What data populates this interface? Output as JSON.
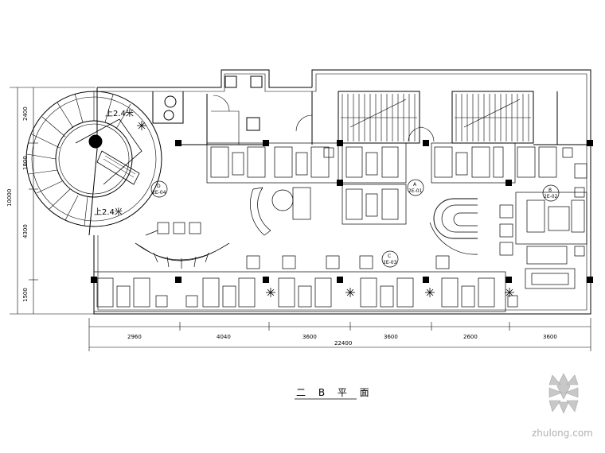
{
  "drawing": {
    "title": "二 B 平 面",
    "watermark": "zhulong.com",
    "colors": {
      "line": "#000000",
      "watermark": "#b8b8b8"
    }
  },
  "dimensions": {
    "bottom": [
      "2960",
      "4040",
      "3600",
      "3600",
      "2600",
      "3600"
    ],
    "bottom_total": "22400",
    "left": [
      "2400",
      "1800",
      "4300",
      "1500"
    ],
    "left_total": "10000"
  },
  "stairs": {
    "upper_label": "上2.4米",
    "lower_label": "上2.4米"
  },
  "tags": [
    {
      "letter": "A",
      "code": "2E-01"
    },
    {
      "letter": "B",
      "code": "2E-02"
    },
    {
      "letter": "C",
      "code": "2E-03"
    },
    {
      "letter": "D",
      "code": "2E-04"
    }
  ]
}
